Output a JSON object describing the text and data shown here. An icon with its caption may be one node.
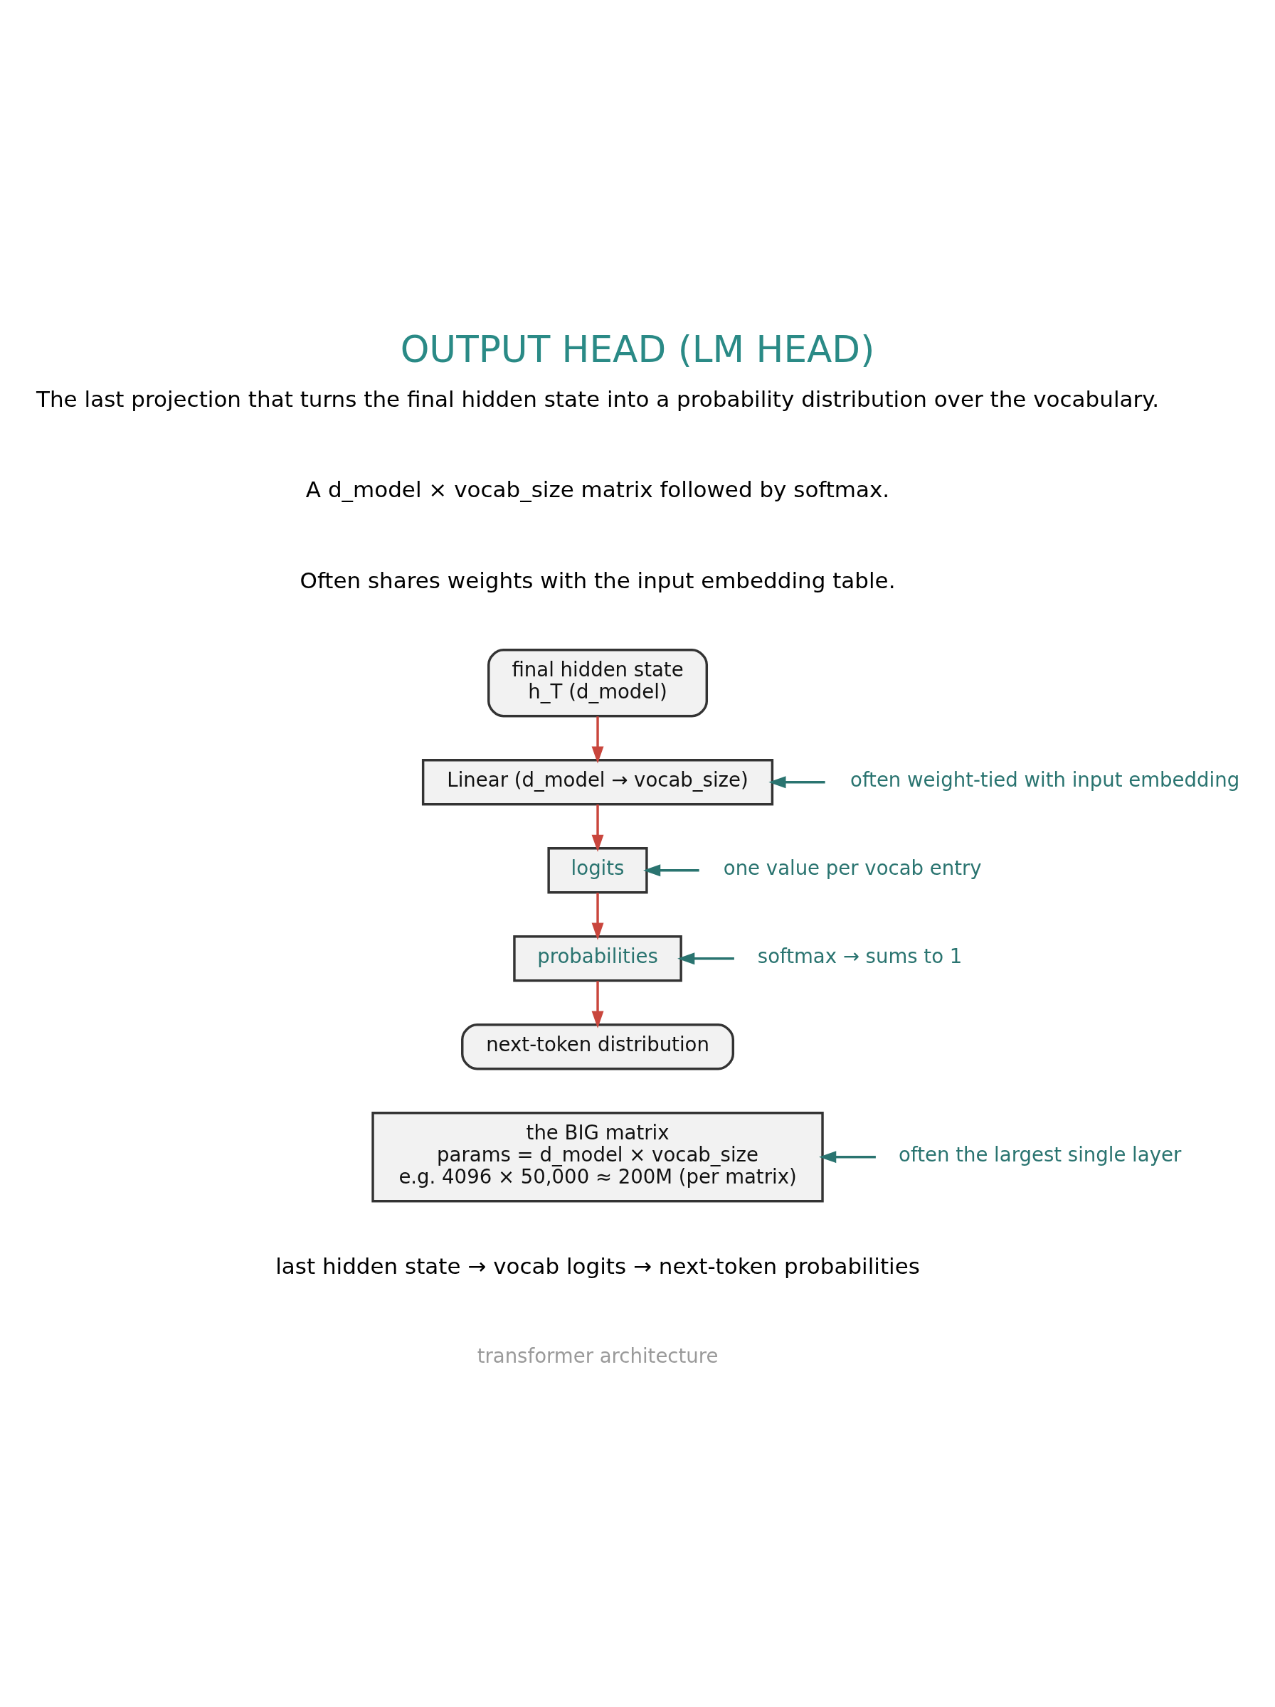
{
  "diagram": {
    "title": "OUTPUT HEAD (LM HEAD)",
    "caption": "last hidden state → vocab logits → next-token probabilities",
    "nodes": [
      {
        "text": [
          "final hidden state",
          "h_T (d_model)"
        ]
      },
      {
        "text": [
          "Linear (d_model → vocab_size)"
        ]
      },
      {
        "text": [
          "logits"
        ]
      },
      {
        "text": [
          "probabilities"
        ]
      },
      {
        "text": [
          "next-token distribution"
        ]
      },
      {
        "text": [
          "the BIG matrix",
          "params = d_model × vocab_size",
          "e.g. 4096 × 50,000 ≈ 200M (per matrix)"
        ]
      },
      {
        "text": [
          "often weight-tied with input embedding"
        ]
      },
      {
        "text": [
          "one value per vocab entry"
        ]
      },
      {
        "text": [
          "softmax → sums to 1"
        ]
      },
      {
        "text": [
          "often the largest single layer"
        ]
      }
    ],
    "edges": [
      {
        "from": 0,
        "to": 1,
        "arrow": "to",
        "color": "#c9463d"
      },
      {
        "from": 1,
        "to": 2,
        "arrow": "to",
        "color": "#c9463d"
      },
      {
        "from": 2,
        "to": 3,
        "arrow": "to",
        "color": "#c9463d"
      },
      {
        "from": 3,
        "to": 4,
        "arrow": "to",
        "color": "#c9463d"
      },
      {
        "from": 6,
        "to": 1,
        "arrow": "to",
        "color": "#2a7470"
      },
      {
        "from": 7,
        "to": 2,
        "arrow": "to",
        "color": "#2a7470"
      },
      {
        "from": 8,
        "to": 3,
        "arrow": "to",
        "color": "#2a7470"
      },
      {
        "from": 9,
        "to": 5,
        "arrow": "to",
        "color": "#2a7470"
      }
    ],
    "labels": [
      "The last projection that turns the final hidden state into a probability distribution over the vocabulary.",
      "A d_model × vocab_size matrix followed by softmax.",
      "Often shares weights with the input embedding table.",
      "transformer architecture"
    ]
  }
}
